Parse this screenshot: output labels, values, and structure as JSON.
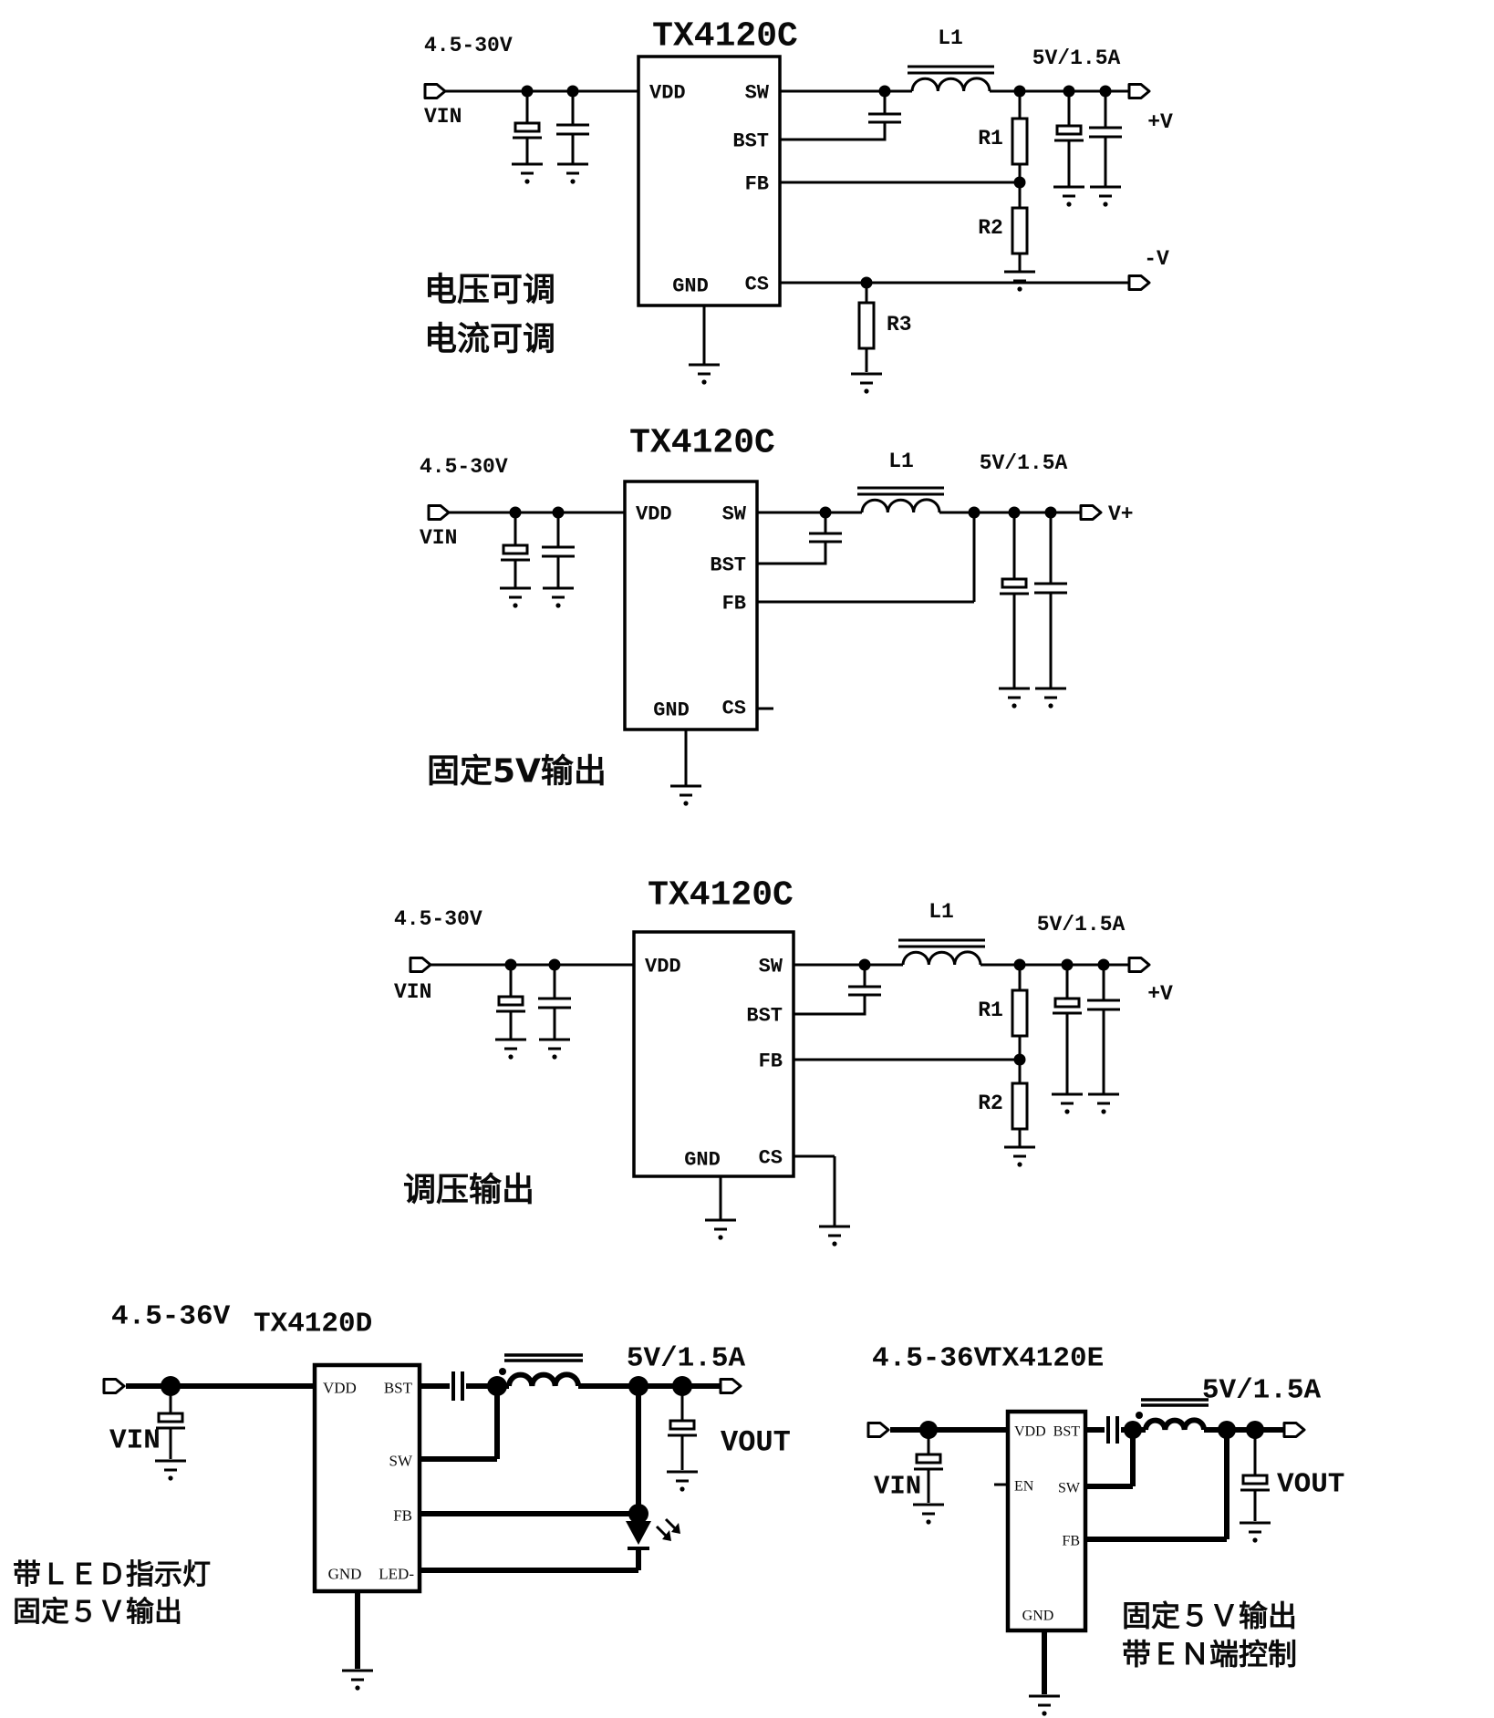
{
  "c1": {
    "title": "TX4120C",
    "input_voltage": "4.5-30V",
    "input_label": "VIN",
    "pins": {
      "vdd": "VDD",
      "sw": "SW",
      "bst": "BST",
      "fb": "FB",
      "gnd": "GND",
      "cs": "CS"
    },
    "inductor_label": "L1",
    "resistors": {
      "r1": "R1",
      "r2": "R2",
      "r3": "R3"
    },
    "output_rating": "5V/1.5A",
    "output_pos": "+V",
    "output_neg": "-V",
    "caption_line1": "电压可调",
    "caption_line2": "电流可调"
  },
  "c2": {
    "title": "TX4120C",
    "input_voltage": "4.5-30V",
    "input_label": "VIN",
    "pins": {
      "vdd": "VDD",
      "sw": "SW",
      "bst": "BST",
      "fb": "FB",
      "gnd": "GND",
      "cs": "CS"
    },
    "inductor_label": "L1",
    "output_rating": "5V/1.5A",
    "output_label": "V+",
    "caption": "固定5V输出"
  },
  "c3": {
    "title": "TX4120C",
    "input_voltage": "4.5-30V",
    "input_label": "VIN",
    "pins": {
      "vdd": "VDD",
      "sw": "SW",
      "bst": "BST",
      "fb": "FB",
      "gnd": "GND",
      "cs": "CS"
    },
    "inductor_label": "L1",
    "resistors": {
      "r1": "R1",
      "r2": "R2"
    },
    "output_rating": "5V/1.5A",
    "output_label": "+V",
    "caption": "调压输出"
  },
  "c4": {
    "title": "TX4120D",
    "input_voltage": "4.5-36V",
    "input_label": "VIN",
    "pins": {
      "vdd": "VDD",
      "bst": "BST",
      "sw": "SW",
      "fb": "FB",
      "gnd": "GND",
      "led": "LED-"
    },
    "output_rating": "5V/1.5A",
    "output_label": "VOUT",
    "caption_line1": "带ＬＥＤ指示灯",
    "caption_line2": "固定５Ｖ输出"
  },
  "c5": {
    "title": "TX4120E",
    "input_voltage": "4.5-36V",
    "input_label": "VIN",
    "pins": {
      "vdd": "VDD",
      "en": "EN",
      "bst": "BST",
      "sw": "SW",
      "fb": "FB",
      "gnd": "GND"
    },
    "output_rating": "5V/1.5A",
    "output_label": "VOUT",
    "caption_line1": "固定５Ｖ输出",
    "caption_line2": "带ＥＮ端控制"
  }
}
